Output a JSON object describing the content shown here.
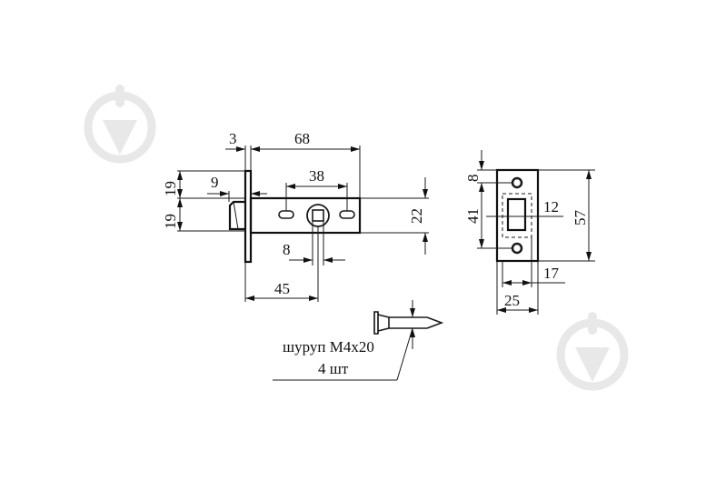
{
  "drawing": {
    "title": "Latch technical drawing",
    "side_view": {
      "dimensions": {
        "faceplate_thickness": "3",
        "body_length": "68",
        "latch_projection": "9",
        "upper_half_height": "19",
        "lower_half_height": "19",
        "screw_hole_spacing": "38",
        "body_height": "22",
        "spindle_square": "8",
        "backset": "45"
      }
    },
    "strike_plate": {
      "dimensions": {
        "top_offset": "8",
        "hole_spacing": "41",
        "opening_width": "12",
        "total_height": "57",
        "opening_depth": "17",
        "total_width": "25"
      }
    },
    "screw": {
      "label_line1": "шуруп М4х20",
      "label_line2": "4 шт"
    },
    "watermark_icons": [
      "trowel-logo-icon",
      "trowel-logo-icon"
    ],
    "colors": {
      "line": "#111111",
      "watermark": "#e8e8e8",
      "background": "#ffffff"
    }
  }
}
